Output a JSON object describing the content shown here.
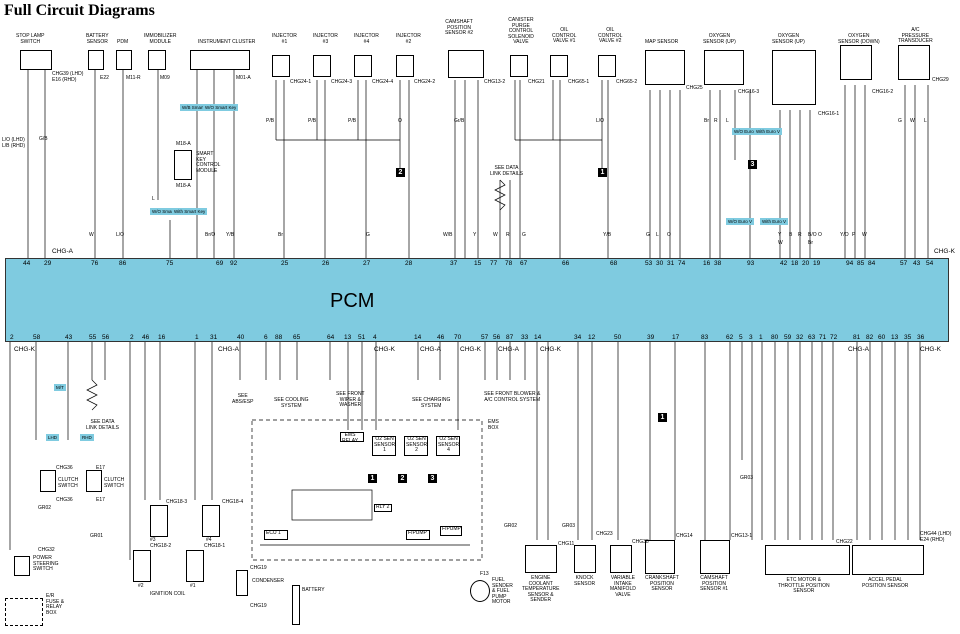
{
  "title": "Full Circuit Diagrams",
  "pcm": "PCM",
  "top_components": [
    "STOP LAMP\nSWITCH",
    "BATTERY\nSENSOR",
    "PDM",
    "IMMOBILIZER\nMODULE",
    "INSTRUMENT CLUSTER",
    "INJECTOR\n#1",
    "INJECTOR\n#3",
    "INJECTOR\n#4",
    "INJECTOR\n#2",
    "CAMSHAFT\nPOSITION\nSENSOR #2",
    "CANISTER\nPURGE\nCONTROL\nSOLENOID\nVALVE",
    "OIL\nCONTROL\nVALVE #1",
    "OIL\nCONTROL\nVALVE #2",
    "MAP SENSOR",
    "OXYGEN\nSENSOR (UP)",
    "OXYGEN\nSENSOR (UP)",
    "OXYGEN\nSENSOR (DOWN)",
    "A/C\nPRESSURE\nTRANSDUCER"
  ],
  "top_connectors": [
    "CHG39 (LHD)\nE16 (RHD)",
    "E22",
    "M11-R",
    "M09",
    "M01-A",
    "CHG24-1",
    "CHG24-3",
    "CHG24-4",
    "CHG24-2",
    "CHG13-2",
    "CHG21",
    "CHG65-1",
    "CHG65-2",
    "CHG25",
    "CHG16-3",
    "CHG16-1",
    "CHG16-2",
    "CHG29"
  ],
  "left_wire_label": "L/O (LHD)\nL/B (RHD)",
  "smart_key_module": "SMART\nKEY\nCONTROL\nMODULE",
  "smart_key_conn": [
    "M18-A",
    "M18-A"
  ],
  "tags": [
    "W/B\nSmart\nKey",
    "W/O\nSmart\nKey",
    "W/O\nSmart\nKey",
    "With\nSmart\nKey",
    "W/O\nEuro V",
    "With\nEuro V",
    "W/O\nEuro V",
    "With\nEuro V",
    "M/T",
    "LHD",
    "RHD"
  ],
  "markers": [
    "2",
    "1",
    "3",
    "1",
    "1",
    "2",
    "3"
  ],
  "top_pins": [
    "44",
    "29",
    "76",
    "86",
    "75",
    "69",
    "92",
    "25",
    "26",
    "27",
    "28",
    "37",
    "15",
    "77",
    "78",
    "67",
    "66",
    "68",
    "53",
    "30",
    "31",
    "74",
    "16",
    "38",
    "93",
    "42",
    "18",
    "20",
    "19",
    "94",
    "85",
    "84",
    "57",
    "43",
    "54"
  ],
  "bottom_pins": [
    "2",
    "58",
    "43",
    "55",
    "56",
    "2",
    "46",
    "16",
    "1",
    "31",
    "40",
    "6",
    "88",
    "65",
    "64",
    "13",
    "51",
    "4",
    "14",
    "46",
    "70",
    "57",
    "56",
    "87",
    "33",
    "14",
    "34",
    "12",
    "50",
    "39",
    "17",
    "83",
    "62",
    "5",
    "3",
    "1",
    "80",
    "59",
    "32",
    "63",
    "71",
    "72",
    "81",
    "82",
    "60",
    "13",
    "35",
    "36"
  ],
  "chg_top": [
    "CHG-A",
    "CHG-K"
  ],
  "chg_bottom": [
    "CHG-K",
    "CHG-A",
    "CHG-K",
    "CHG-A",
    "CHG-K",
    "CHG-A",
    "CHG-K",
    "CHG-A",
    "CHG-K"
  ],
  "wire_codes_top": [
    "G/B",
    "W",
    "L/O",
    "L",
    "Br/O",
    "Y/B",
    "Br",
    "P/B",
    "P/B",
    "P/B",
    "G",
    "O",
    "Gr/B",
    "W/B",
    "Y",
    "W",
    "R",
    "G",
    "L/O",
    "Y/B",
    "G",
    "L",
    "O",
    "Br",
    "R",
    "L",
    "Y",
    "B",
    "W",
    "R",
    "B/O",
    "Br",
    "O",
    "Y/O",
    "P",
    "W",
    "G",
    "W",
    "L"
  ],
  "see_refs": [
    "See Data\nLink Details",
    "See Data\nLink Details",
    "See\nABS/ESP",
    "See Cooling\nSystem",
    "See Front\nWiper &\nWasher",
    "See Charging\nSystem",
    "See Front Blower &\nA/C Control System"
  ],
  "bottom_components": [
    "CLUTCH\nSWITCH",
    "CLUTCH\nSWITCH",
    "POWER\nSTEERING\nSWITCH",
    "E/R\nFUSE &\nRELAY\nBOX",
    "IGNITION COIL",
    "CONDENSER",
    "BATTERY",
    "EMS\nBOX",
    "FUEL\nSENDER\n& FUEL\nPUMP\nMOTOR",
    "ENGINE\nCOOLANT\nTEMPERATURE\nSENSOR &\nSENDER",
    "KNOCK\nSENSOR",
    "VARIABLE\nINTAKE\nMANIFOLD\nVALVE",
    "CRANKSHAFT\nPOSITION\nSENSOR",
    "CAMSHAFT\nPOSITION\nSENSOR #1",
    "ETC MOTOR &\nTHROTTLE POSITION\nSENSOR",
    "ACCEL PEDAL\nPOSITION SENSOR"
  ],
  "bottom_connectors": [
    "CHG36",
    "E17",
    "CHG36",
    "E17",
    "CHG32",
    "CHG18-3",
    "CHG18-4",
    "CHG18-2",
    "CHG18-1",
    "CHG19",
    "CHG19",
    "CHG11",
    "CHG23",
    "CHG38",
    "CHG14",
    "CHG13-1",
    "CHG22",
    "CHG44 (LHD)\nE24 (RHD)",
    "F13"
  ],
  "grounds": [
    "GR02",
    "GR01",
    "GR02",
    "GR03",
    "GR03"
  ],
  "ems_parts": [
    "EMS\nRELAY",
    "O2 SEN\nSENSOR\n1",
    "O2 SEN\nSENSOR\n2",
    "O2 SEN\nSENSOR\n4",
    "ECU 1",
    "F/PUMP",
    "F/PUMP",
    "RLY 2"
  ],
  "ign_labels": [
    "#3",
    "#4",
    "#2",
    "#1"
  ]
}
